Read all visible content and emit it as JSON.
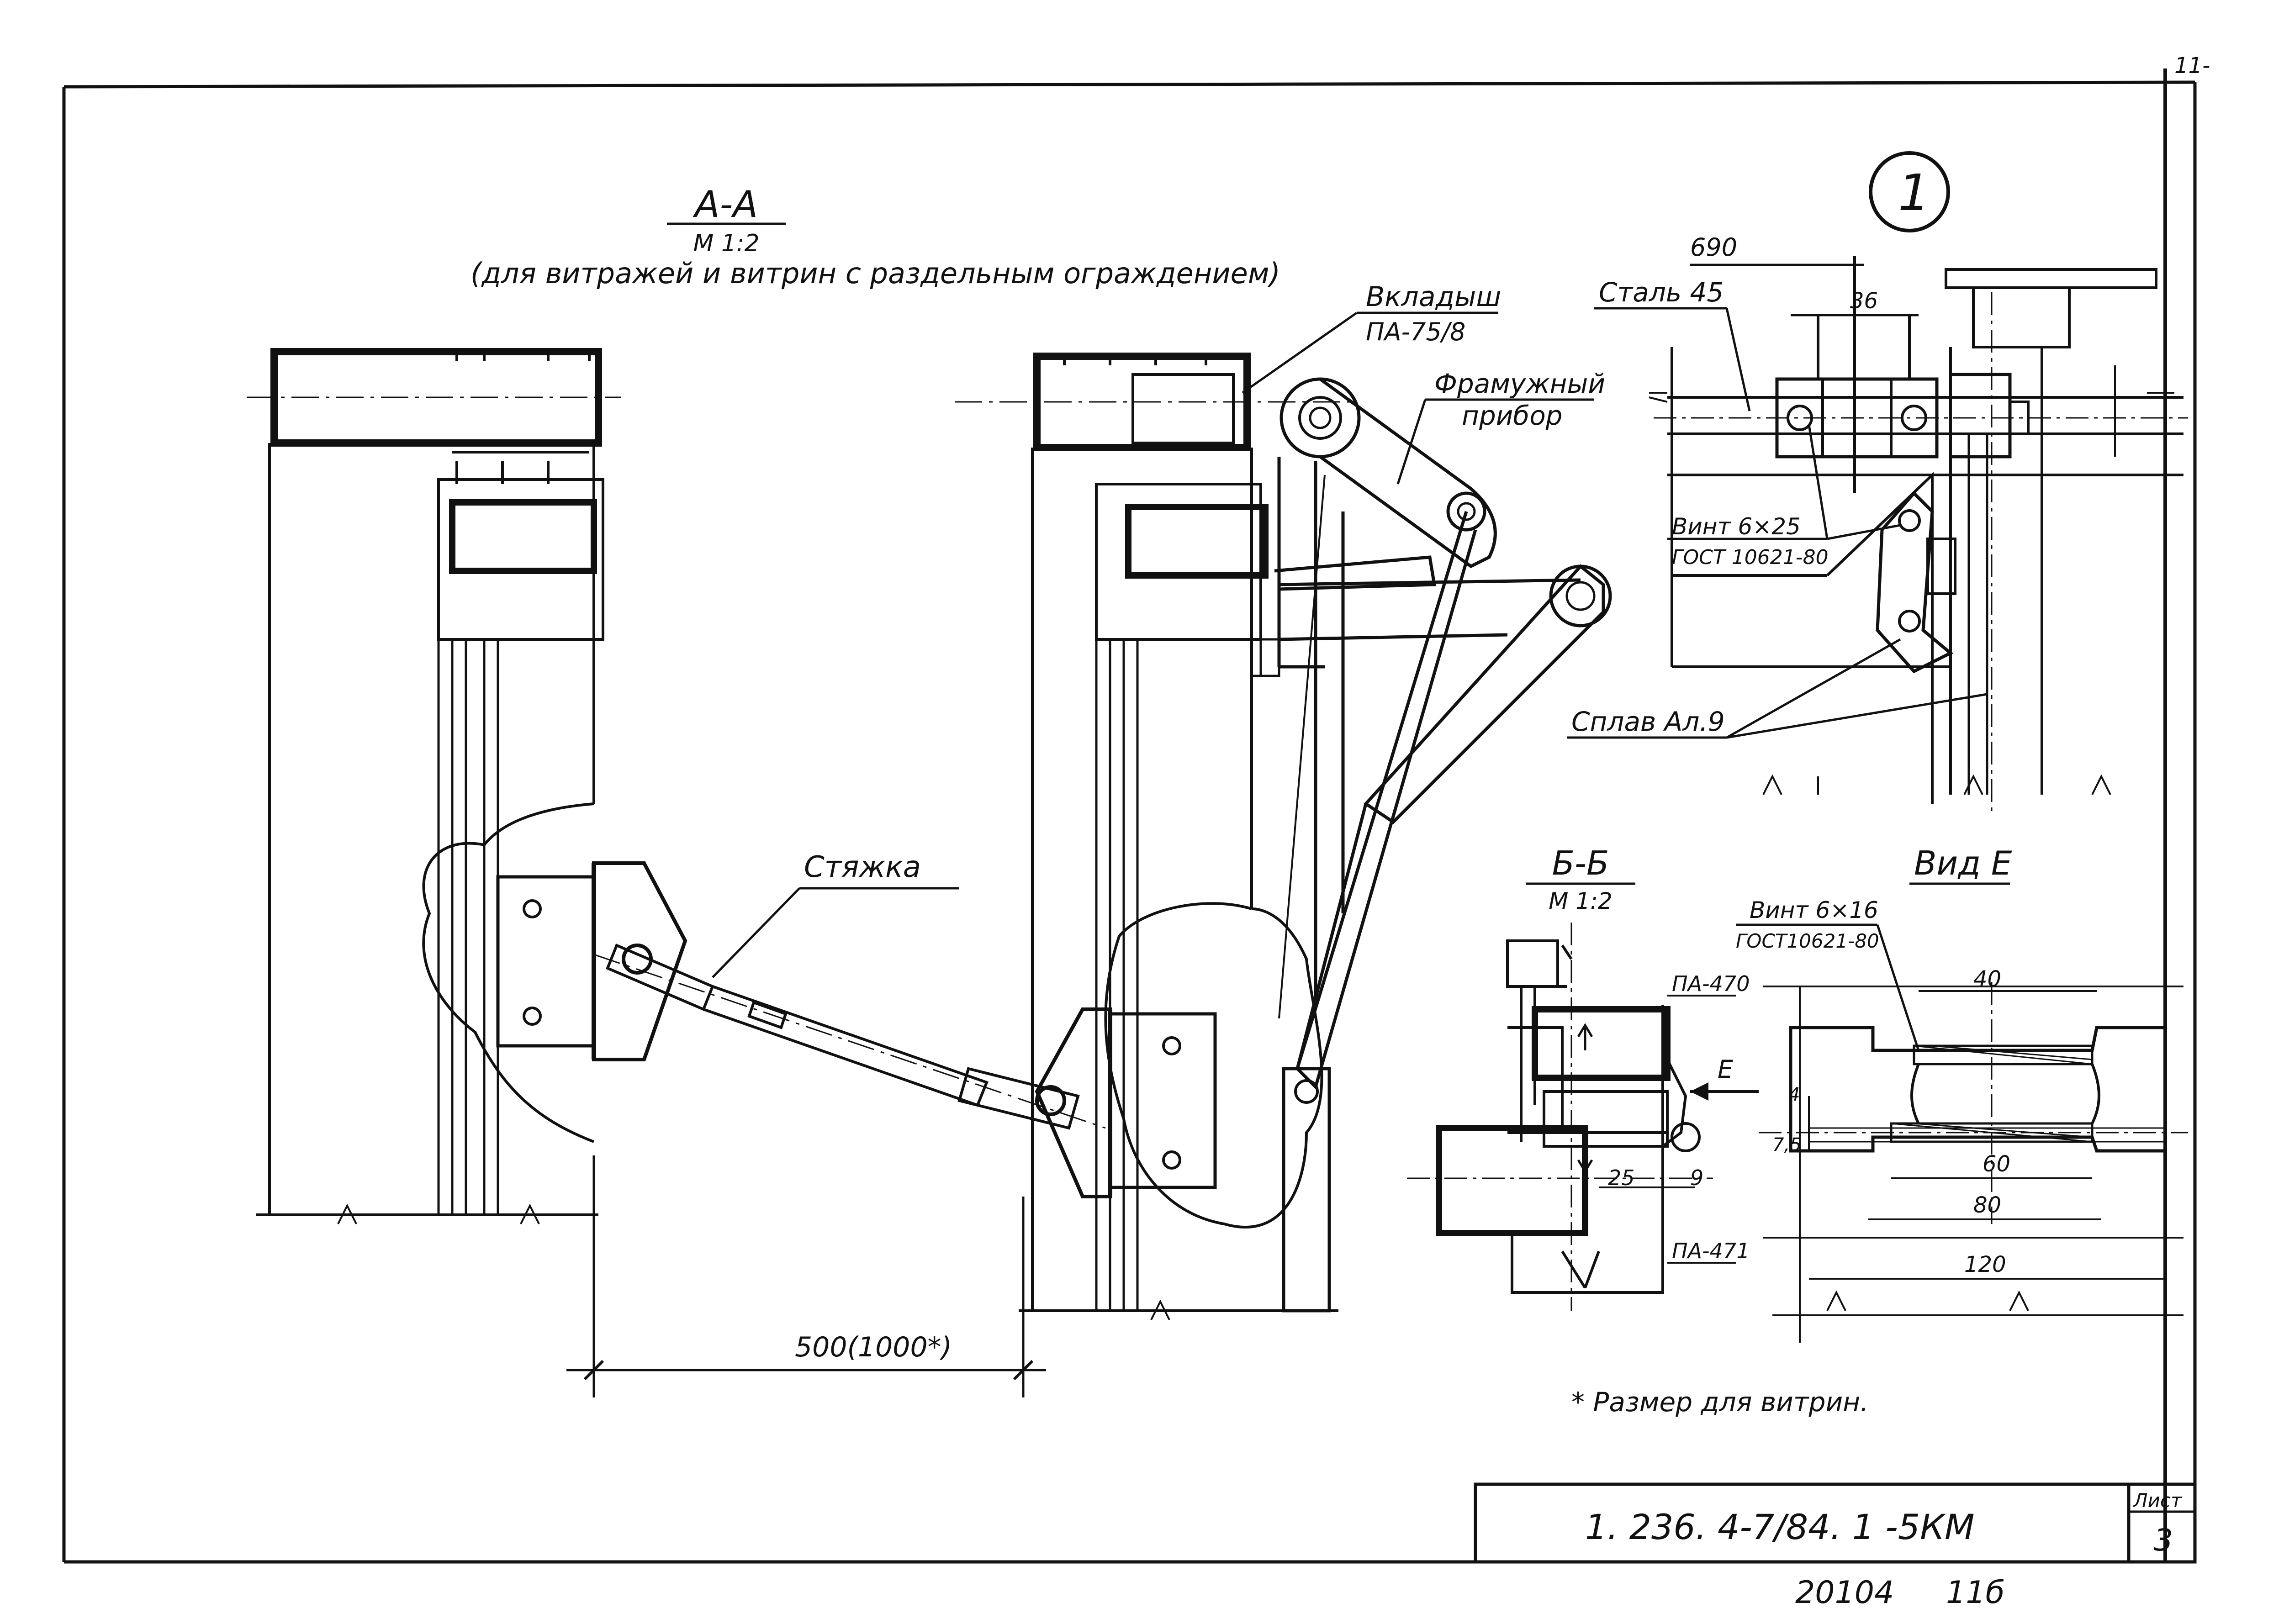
{
  "corner_mark": "11-",
  "circle_number": "1",
  "section_aa": {
    "title": "А-А",
    "scale": "М 1:2",
    "subtitle": "(для витражей и витрин с раздельным ограждением)"
  },
  "labels": {
    "insert_line1": "Вкладыш",
    "insert_line2": "ПА-75/8",
    "transom_line1": "Фрамужный",
    "transom_line2": "прибор",
    "tie": "Стяжка",
    "dim_500": "500(1000*)",
    "steel": "Сталь 45",
    "screw_1_line1": "Винт 6×25",
    "screw_1_line2": "ГОСТ 10621-80",
    "alloy": "Сплав Ал.9",
    "dim_690": "690",
    "dim_36": "36",
    "pa470": "ПА-470",
    "pa471": "ПА-471",
    "arrow_e": "Е",
    "dim_25": "25",
    "dim_9": "9",
    "screw_2_line1": "Винт 6×16",
    "screw_2_line2": "ГОСТ10621-80",
    "dim_40": "40",
    "dim_4": "4",
    "dim_75": "7,5",
    "dim_60": "60",
    "dim_80": "80",
    "dim_120": "120",
    "footnote": "* Размер для витрин."
  },
  "section_bb": {
    "title": "Б-Б",
    "scale": "М 1:2"
  },
  "view_e": {
    "title": "Вид Е"
  },
  "title_block": {
    "code": "1. 236. 4-7/84. 1 -5КМ",
    "sheet_label": "Лист",
    "sheet_number": "3"
  },
  "bottom_numbers": {
    "number": "20104",
    "suffix": "11б"
  }
}
